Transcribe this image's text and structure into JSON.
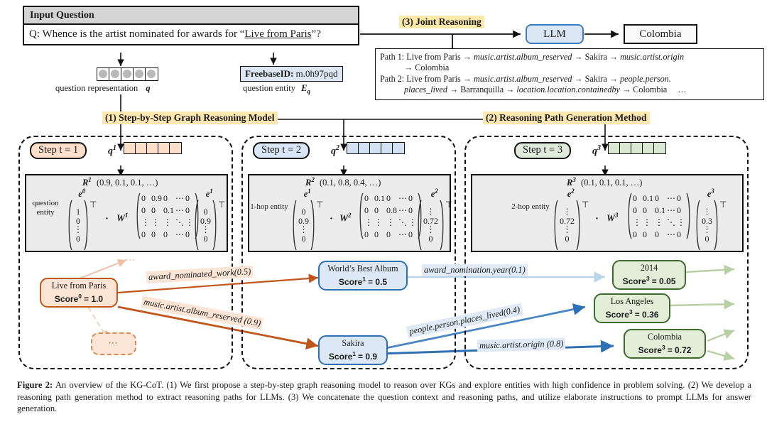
{
  "input_question": {
    "header": "Input Question",
    "prefix": "Q: Whence is the artist nominated for awards for “",
    "entity": "Live from Paris",
    "suffix": "”?"
  },
  "stage_labels": {
    "stage1": "(1) Step-by-Step Graph Reasoning Model",
    "stage2": "(2) Reasoning Path Generation Method",
    "stage3": "(3) Joint Reasoning"
  },
  "llm": {
    "label": "LLM"
  },
  "answer": {
    "label": "Colombia"
  },
  "paths": {
    "path1_line1": "Path 1: Live from Paris → music.artist.album_reserved → Sakira → music.artist.origin",
    "path1_line2": "→ Colombia",
    "path2_line1": "Path 2: Live from Paris → music.artist.album_reserved → Sakira → people.person.",
    "path2_line2": "places_lived → Barranquilla → location.location.containedby → Colombia",
    "ellipsis": "…",
    "p1_seg": [
      "Path 1: Live from Paris",
      "music.artist.album_reserved",
      "Sakira",
      "music.artist.origin",
      "Colombia"
    ],
    "p2_seg": [
      "Path 2: Live from Paris",
      "music.artist.album_reserved",
      "Sakira",
      "people.person.places_lived",
      "Barranquilla",
      "location.location.containedby",
      "Colombia"
    ]
  },
  "question_representation": {
    "label": "question representation",
    "symbol": "q",
    "cells": 5
  },
  "question_entity": {
    "box_key": "FreebaseID",
    "box_value": "m.0h97pqd",
    "label": "question entity",
    "symbol": "E",
    "symbol_sub": "q"
  },
  "steps": [
    {
      "pill": "Step t = 1",
      "q_label": "q",
      "q_sup": "1",
      "r_label": "R",
      "r_sup": "1",
      "r_values": "(0.9, 0.1, 0.1, …)",
      "entity_caption": "question entity",
      "e_in_label": "e",
      "e_in_sup": "0",
      "e_in_vec": [
        "1",
        "0",
        "⋮",
        "0"
      ],
      "w_label": "W",
      "w_sup": "1",
      "matrix": [
        [
          "0",
          "0.9",
          "0",
          "⋯",
          "0"
        ],
        [
          "0",
          "0",
          "0.1",
          "⋯",
          "0"
        ],
        [
          "⋮",
          "⋮",
          "⋮",
          "⋱",
          "⋮"
        ],
        [
          "0",
          "0",
          "0",
          "⋯",
          "0"
        ]
      ],
      "e_out_label": "e",
      "e_out_sup": "1",
      "e_out_vec": [
        "0",
        "0.9",
        "⋮",
        "0"
      ]
    },
    {
      "pill": "Step t = 2",
      "q_label": "q",
      "q_sup": "2",
      "r_label": "R",
      "r_sup": "2",
      "r_values": "(0.1, 0.8, 0.4, …)",
      "entity_caption": "1-hop entity",
      "e_in_label": "e",
      "e_in_sup": "1",
      "e_in_vec": [
        "0",
        "0.9",
        "⋮",
        "0"
      ],
      "w_label": "W",
      "w_sup": "2",
      "matrix": [
        [
          "0",
          "0.1",
          "0",
          "⋯",
          "0"
        ],
        [
          "0",
          "0",
          "0.8",
          "⋯",
          "0"
        ],
        [
          "⋮",
          "⋮",
          "⋮",
          "⋱",
          "⋮"
        ],
        [
          "0",
          "0",
          "0",
          "⋯",
          "0"
        ]
      ],
      "e_out_label": "e",
      "e_out_sup": "2",
      "e_out_vec": [
        "⋮",
        "0.72",
        "⋮",
        "0"
      ]
    },
    {
      "pill": "Step t = 3",
      "q_label": "q",
      "q_sup": "3",
      "r_label": "R",
      "r_sup": "3",
      "r_values": "(0.1, 0.1, 0.1, …)",
      "entity_caption": "2-hop entity",
      "e_in_label": "e",
      "e_in_sup": "2",
      "e_in_vec": [
        "⋮",
        "0.72",
        "⋮",
        "0"
      ],
      "w_label": "W",
      "w_sup": "3",
      "matrix": [
        [
          "0",
          "0.1",
          "0",
          "⋯",
          "0"
        ],
        [
          "0",
          "0",
          "0.1",
          "⋯",
          "0"
        ],
        [
          "⋮",
          "⋮",
          "⋮",
          "⋱",
          "⋮"
        ],
        [
          "0",
          "0",
          "0",
          "⋯",
          "0"
        ]
      ],
      "e_out_label": "e",
      "e_out_sup": "3",
      "e_out_vec": [
        "⋮",
        "0.3",
        "⋮",
        "0"
      ]
    }
  ],
  "graph": {
    "nodes": [
      {
        "name": "Live from Paris",
        "score_label": "Score",
        "score_sup": "0",
        "score_value": "= 1.0",
        "color": "orange"
      },
      {
        "name": "World’s Best Album",
        "score_label": "Score",
        "score_sup": "1",
        "score_value": "= 0.5",
        "color": "blue"
      },
      {
        "name": "Sakira",
        "score_label": "Score",
        "score_sup": "1",
        "score_value": "= 0.9",
        "color": "blue"
      },
      {
        "name": "2014",
        "score_label": "Score",
        "score_sup": "3",
        "score_value": "= 0.05",
        "color": "green"
      },
      {
        "name": "Los Angeles",
        "score_label": "Score",
        "score_sup": "3",
        "score_value": "= 0.36",
        "color": "green"
      },
      {
        "name": "Colombia",
        "score_label": "Score",
        "score_sup": "3",
        "score_value": "= 0.72",
        "color": "green"
      }
    ],
    "edges": [
      {
        "label": "award_nominated_work(0.5)",
        "color": "orange"
      },
      {
        "label": "music.artist.album_reserved (0.9)",
        "color": "orange"
      },
      {
        "label": "award_nomination.year(0.1)",
        "color": "lightblue"
      },
      {
        "label": "people.person.places_lived(0.4)",
        "color": "blue"
      },
      {
        "label": "music.artist.origin (0.8)",
        "color": "blue"
      }
    ],
    "ellipsis": "⋯",
    "placeholder_node": "⋯"
  },
  "caption": {
    "label": "Figure 2:",
    "text": " An overview of the KG-CoT. (1) We first propose a step-by-step graph reasoning model to reason over KGs and explore entities with high confidence in problem solving. (2) We develop a reasoning path generation method to extract reasoning paths for LLMs. (3) We concatenate the question context and reasoning paths, and utilize elaborate instructions to prompt LLMs for answer generation."
  },
  "colors": {
    "orange": "#c1561a",
    "blue": "#2f6fb3",
    "green": "#3c6b2c",
    "highlight": "#fde9a9"
  }
}
